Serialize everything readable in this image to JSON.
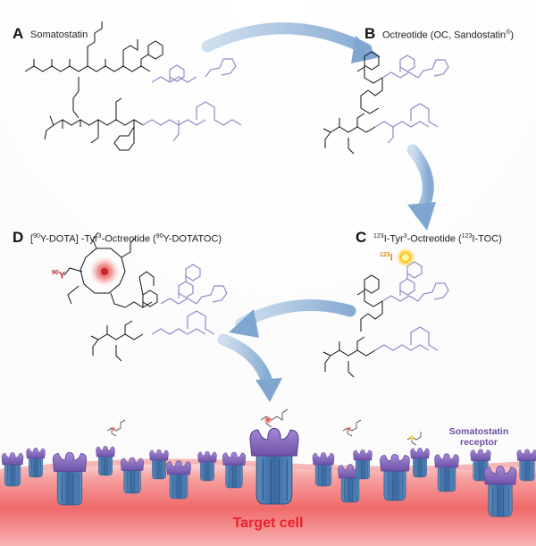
{
  "panels": {
    "a": {
      "letter": "A",
      "title": "Somatostatin"
    },
    "b": {
      "letter": "B",
      "title_main": "Octreotide (OC, Sandostatin",
      "title_sup": "®",
      "title_end": ")"
    },
    "c": {
      "letter": "C",
      "t1_sup": "123",
      "t1": "I-Tyr",
      "t2_sup": "3",
      "t2": "-Octreotide (",
      "t3_sup": "123",
      "t3": "I-TOC)"
    },
    "d": {
      "letter": "D",
      "t0": "[",
      "t1_sup": "90",
      "t1": "Y-DOTA] -Tyr",
      "t2_sup": "3",
      "t2": "-Octreotide (",
      "t3_sup": "90",
      "t3": "Y-DOTATOC)"
    }
  },
  "atoms": {
    "y90_mass": "90",
    "y90_symbol": "Y",
    "i123_mass": "123",
    "i123_symbol": "I"
  },
  "receptor_label": {
    "line1": "Somatostatin",
    "line2": "receptor"
  },
  "target_label": "Target cell",
  "colors": {
    "membrane": "#f06a6a",
    "receptor_body": "#4d7fb3",
    "receptor_cap": "#8a6bc2",
    "arrow": "#9bbcdc",
    "yttrium": "#c0282d",
    "iodine": "#e68a00"
  }
}
